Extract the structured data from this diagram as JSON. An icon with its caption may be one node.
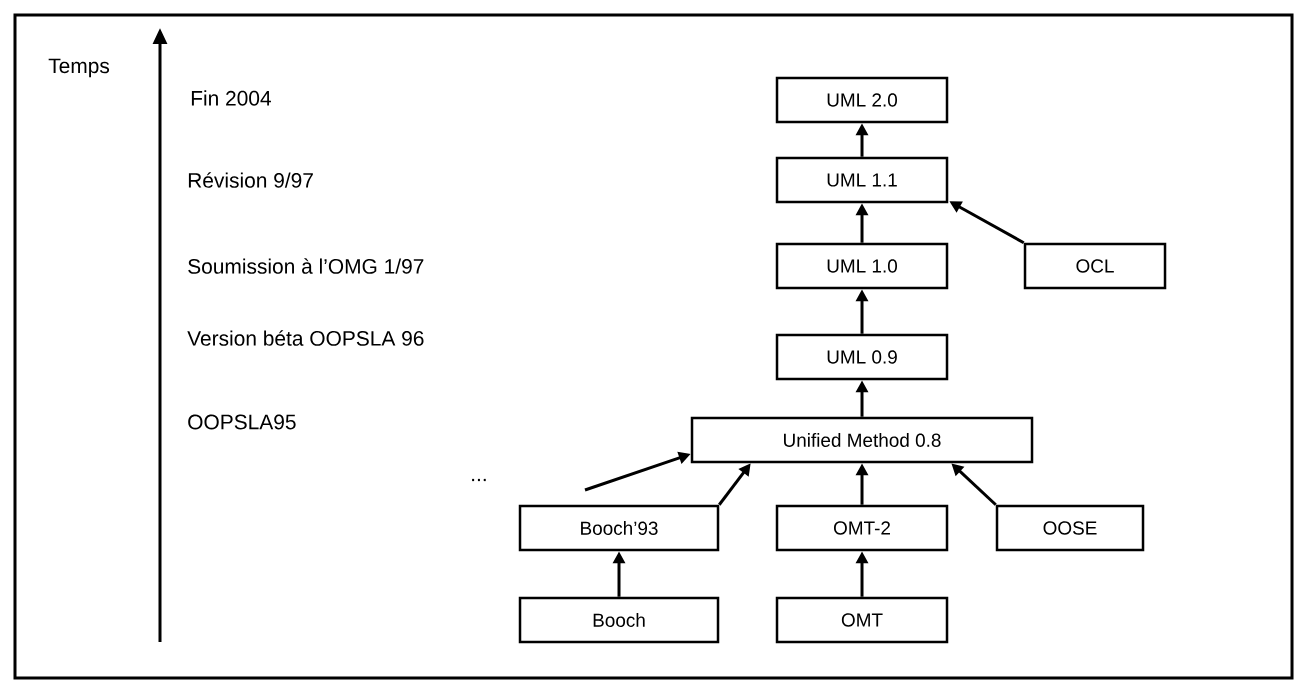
{
  "diagram": {
    "nodes": [
      {
        "text": [
          "UML 2.0"
        ]
      },
      {
        "text": [
          "UML 1.1"
        ]
      },
      {
        "text": [
          "OCL"
        ]
      },
      {
        "text": [
          "UML 1.0"
        ]
      },
      {
        "text": [
          "UML 0.9"
        ]
      },
      {
        "text": [
          "Unified Method 0.8"
        ]
      },
      {
        "text": [
          "Booch’93"
        ]
      },
      {
        "text": [
          "OMT-2"
        ]
      },
      {
        "text": [
          "OOSE"
        ]
      },
      {
        "text": [
          "Booch"
        ]
      },
      {
        "text": [
          "OMT"
        ]
      }
    ],
    "edges": [
      {
        "from": 1,
        "to": 0,
        "arrow": "to"
      },
      {
        "from": 3,
        "to": 1,
        "arrow": "to"
      },
      {
        "from": 2,
        "to": 1,
        "arrow": "to"
      },
      {
        "from": 4,
        "to": 3,
        "arrow": "to"
      },
      {
        "from": 5,
        "to": 4,
        "arrow": "to"
      },
      {
        "from": null,
        "to": 5,
        "arrow": "to"
      },
      {
        "from": 6,
        "to": 5,
        "arrow": "to"
      },
      {
        "from": 7,
        "to": 5,
        "arrow": "to"
      },
      {
        "from": 8,
        "to": 5,
        "arrow": "to"
      },
      {
        "from": 9,
        "to": 6,
        "arrow": "to"
      },
      {
        "from": 10,
        "to": 7,
        "arrow": "to"
      }
    ],
    "labels": [
      "Temps",
      "Fin 2004",
      "Révision 9/97",
      "Soumission à l’OMG 1/97",
      "Version béta OOPSLA 96",
      "OOPSLA95",
      "..."
    ]
  }
}
